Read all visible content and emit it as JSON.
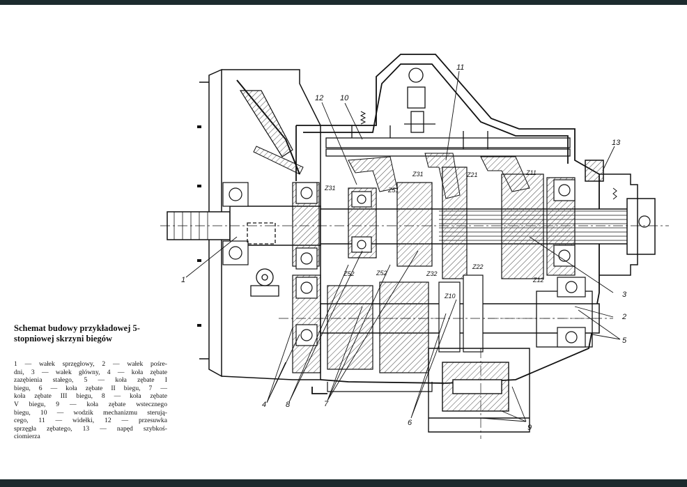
{
  "title_lines": [
    "Schemat budowy przykładowej 5-",
    "stopniowej skrzyni biegów"
  ],
  "legend_lines": [
    "1 — wałek sprzęgłowy, 2 — wałek pośre-",
    "dni, 3 — wałek główny, 4 — koła zębate",
    "zazębienia stałego, 5 — koła zębate I",
    "biegu, 6 — koła zębate II biegu, 7 —",
    "koła zębate III biegu, 8 — koła zębate",
    "V biegu, 9 — koła zębate wstecznego",
    "biegu, 10 — wodzik mechanizmu sterują-",
    "cego, 11 — widełki, 12 — przesuwka",
    "sprzęgła zębatego, 13 — napęd szybkoś-",
    "ciomierza"
  ],
  "callouts": [
    "1",
    "2",
    "3",
    "4",
    "5",
    "6",
    "7",
    "8",
    "9",
    "10",
    "11",
    "12",
    "13"
  ],
  "gear_labels": [
    "Z31",
    "Z51",
    "Z31",
    "Z21",
    "Z11",
    "Z52",
    "Z52",
    "Z32",
    "Z22",
    "Z12",
    "Z10"
  ],
  "colors": {
    "frame": "#1c2b2e",
    "ink": "#111111",
    "hatch": "#444444"
  }
}
